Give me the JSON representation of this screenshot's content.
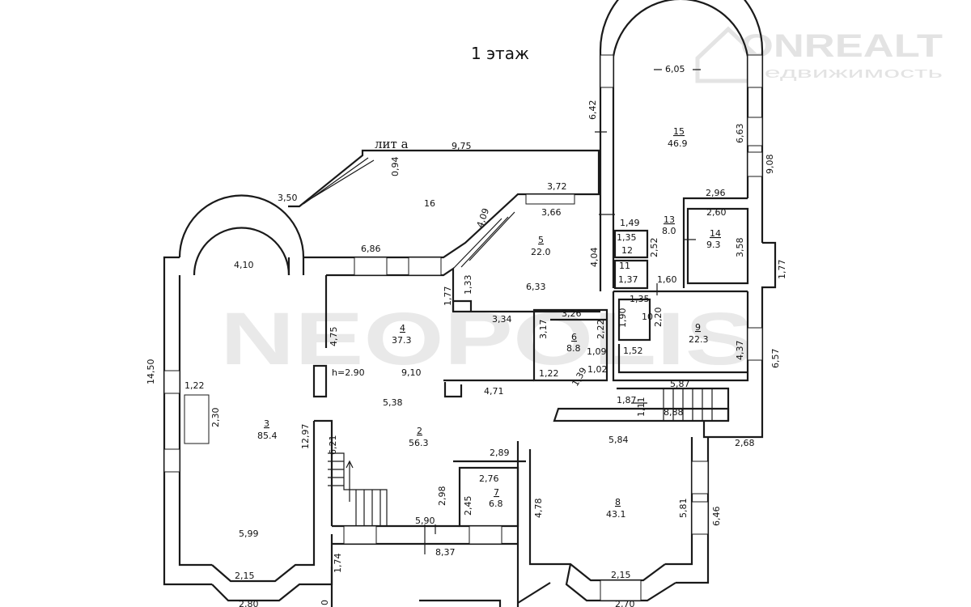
{
  "title": "1 этаж",
  "lit_label": "лит а",
  "watermark": {
    "main": "NEOPOLIS",
    "brand": "ONREALT",
    "sub": "недвижимость"
  },
  "rooms": [
    {
      "id": "r2",
      "number": "2",
      "area": "56.3"
    },
    {
      "id": "r3",
      "number": "3",
      "area": "85.4"
    },
    {
      "id": "r4",
      "number": "4",
      "area": "37.3"
    },
    {
      "id": "r5",
      "number": "5",
      "area": "22.0"
    },
    {
      "id": "r6",
      "number": "6",
      "area": "8.8"
    },
    {
      "id": "r7",
      "number": "7",
      "area": "6.8"
    },
    {
      "id": "r8",
      "number": "8",
      "area": "43.1"
    },
    {
      "id": "r9",
      "number": "9",
      "area": "22.3"
    },
    {
      "id": "r10",
      "number": "10",
      "area": ""
    },
    {
      "id": "r11",
      "number": "11",
      "area": ""
    },
    {
      "id": "r12",
      "number": "12",
      "area": ""
    },
    {
      "id": "r13",
      "number": "13",
      "area": "8.0"
    },
    {
      "id": "r14",
      "number": "14",
      "area": "9.3"
    },
    {
      "id": "r15",
      "number": "15",
      "area": "46.9"
    },
    {
      "id": "r16",
      "number": "16",
      "area": ""
    }
  ],
  "dimensions": [
    "9,75",
    "0,94",
    "3,50",
    "6,86",
    "4,10",
    "6,42",
    "6,05",
    "6,63",
    "9,08",
    "3,72",
    "4,09",
    "3,66",
    "1,49",
    "2,96",
    "2,60",
    "1,35",
    "2,52",
    "3,58",
    "4,04",
    "1,77",
    "1,33",
    "6,33",
    "1,77",
    "1,37",
    "1,60",
    "1,35",
    "3,34",
    "3,26",
    "4,75",
    "3,17",
    "2,22",
    "1,90",
    "2,20",
    "1,09",
    "1,52",
    "4,37",
    "6,57",
    "14,50",
    "1,22",
    "h=2.90",
    "9,10",
    "1,22",
    "1,39",
    "1,02",
    "4,71",
    "5,87",
    "1,87",
    "1,11",
    "8,88",
    "5,38",
    "2,30",
    "12,97",
    "6,21",
    "5,84",
    "2,68",
    "2,89",
    "2,76",
    "2,98",
    "2,45",
    "4,78",
    "5,81",
    "6,46",
    "5,90",
    "5,99",
    "8,37",
    "1,74",
    "2,15",
    "2,15",
    "2,80",
    "2,70",
    "0"
  ]
}
